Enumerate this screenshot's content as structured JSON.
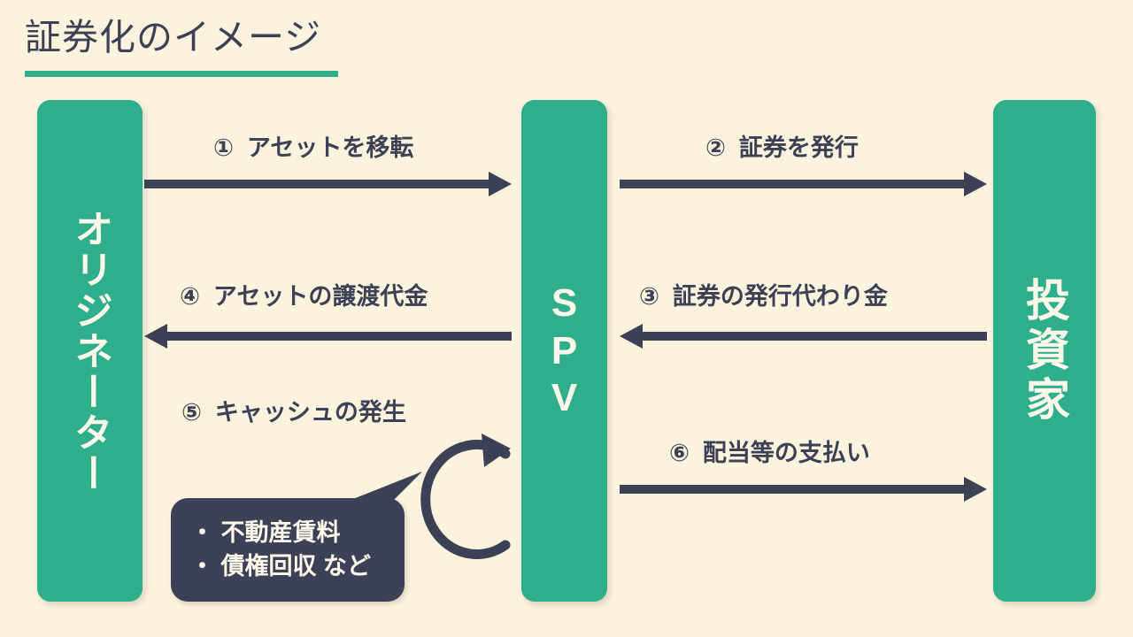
{
  "slide": {
    "title": "証券化のイメージ",
    "background_color": "#fbf3de",
    "accent_color": "#2fae8b",
    "ink_color": "#3d4155"
  },
  "entities": [
    {
      "id": "originator",
      "label": "オリジネーター"
    },
    {
      "id": "spv",
      "label": "SPV",
      "letters": [
        "S",
        "P",
        "V"
      ]
    },
    {
      "id": "investor",
      "label": "投資家"
    }
  ],
  "flows": [
    {
      "id": "flow-1",
      "number": "①",
      "label": "アセットを移転",
      "from": "originator",
      "to": "spv",
      "direction": "right"
    },
    {
      "id": "flow-2",
      "number": "②",
      "label": "証券を発行",
      "from": "spv",
      "to": "investor",
      "direction": "right"
    },
    {
      "id": "flow-3",
      "number": "③",
      "label": "証券の発行代わり金",
      "from": "investor",
      "to": "spv",
      "direction": "left"
    },
    {
      "id": "flow-4",
      "number": "④",
      "label": "アセットの譲渡代金",
      "from": "spv",
      "to": "originator",
      "direction": "left"
    },
    {
      "id": "flow-5",
      "number": "⑤",
      "label": "キャッシュの発生",
      "from": "originator",
      "to": "originator",
      "direction": "cycle"
    },
    {
      "id": "flow-6",
      "number": "⑥",
      "label": "配当等の支払い",
      "from": "spv",
      "to": "investor",
      "direction": "right"
    }
  ],
  "callout": {
    "line1": "・ 不動産賃料",
    "line2": "・ 債権回収 など",
    "background_color": "#3d4158"
  }
}
